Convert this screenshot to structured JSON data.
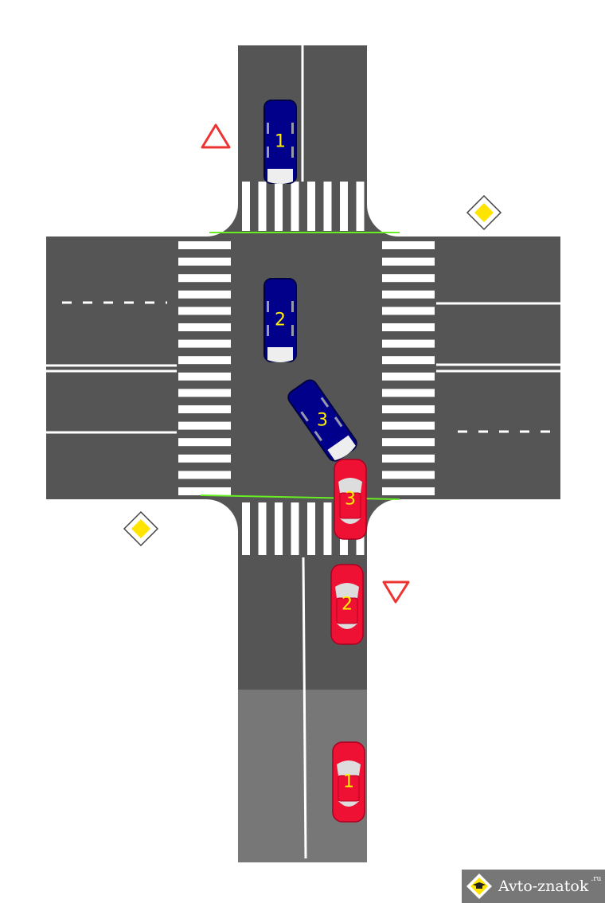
{
  "scene": "intersection",
  "colors": {
    "road": "#555555",
    "road_light": "#777777",
    "marking": "#ffffff",
    "stop_line": "#66ee22",
    "blue_car": "#00008b",
    "red_car": "#ee1133",
    "label": "#ffef00"
  },
  "vehicles": [
    {
      "id": "blue-1",
      "color": "blue",
      "label": "1"
    },
    {
      "id": "blue-2",
      "color": "blue",
      "label": "2"
    },
    {
      "id": "blue-3",
      "color": "blue",
      "label": "3"
    },
    {
      "id": "red-3",
      "color": "red",
      "label": "3"
    },
    {
      "id": "red-2",
      "color": "red",
      "label": "2"
    },
    {
      "id": "red-1",
      "color": "red",
      "label": "1"
    }
  ],
  "signs": [
    {
      "type": "yield",
      "icon": "yield-sign-icon"
    },
    {
      "type": "yield",
      "icon": "yield-sign-icon"
    },
    {
      "type": "priority-road",
      "icon": "priority-road-sign-icon"
    },
    {
      "type": "priority-road",
      "icon": "priority-road-sign-icon"
    }
  ],
  "logo": {
    "text": "Avto-znatok",
    "suffix": ".ru"
  }
}
